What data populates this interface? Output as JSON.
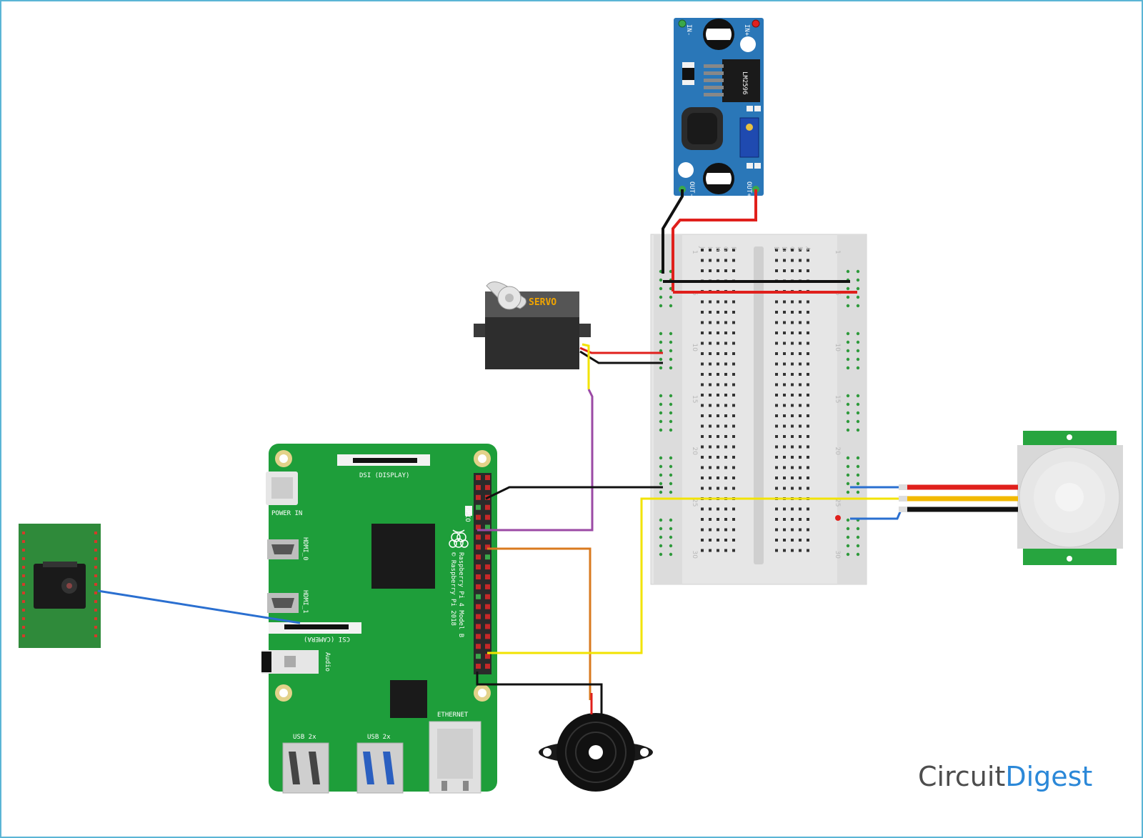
{
  "raspberry_pi": {
    "labels": {
      "dsi": "DSI (DISPLAY)",
      "power": "POWER IN",
      "hdmi0": "HDMI_0",
      "hdmi1": "HDMI_1",
      "csi": "CSI (CAMERA)",
      "audio": "Audio",
      "gpio": "GPIO",
      "model": "Raspberry Pi 4 Model B",
      "copyright": "© Raspberry Pi 2018",
      "ethernet": "ETHERNET",
      "usb_a": "USB 2x",
      "usb_b": "USB 2x"
    }
  },
  "servo": {
    "label": "SERVO"
  },
  "buck": {
    "in_minus": "IN-",
    "in_plus": "IN+",
    "out_minus": "OUT-",
    "out_plus": "OUT+",
    "chip": "LM2596"
  },
  "breadboard": {
    "row_labels_top": [
      "J",
      "I",
      "H",
      "G",
      "F"
    ],
    "row_labels_bottom": [
      "E",
      "D",
      "C",
      "B",
      "A"
    ],
    "row_numbers": [
      "1",
      "5",
      "10",
      "15",
      "20",
      "25",
      "30"
    ]
  },
  "logo": {
    "part1": "Circuit",
    "part2": "Digest"
  },
  "colors": {
    "background": "#ffffff",
    "border": "#5bb5d5",
    "pi_board": "#1e9e3a",
    "pir_board": "#27a53f",
    "camera_board": "#2f8a3a",
    "buck_board": "#2a77b8",
    "breadboard": "#e6e6e6",
    "wire_red": "#e0201c",
    "wire_black": "#111111",
    "wire_yellow": "#f2e300",
    "wire_purple": "#9b4aa5",
    "wire_orange": "#d97a1f",
    "wire_blue": "#2a6fd0",
    "logo_grey": "#4d4d4d",
    "logo_blue": "#2b88d8"
  }
}
